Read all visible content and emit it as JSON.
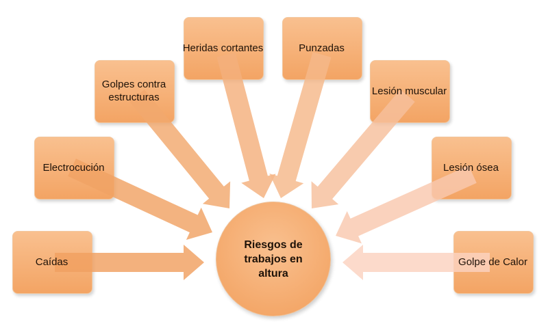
{
  "center": {
    "label": "Riesgos de trabajos en altura",
    "color": "#f5aa6c"
  },
  "risks": [
    {
      "label": "Caídas",
      "arrow_color": "#f0a060"
    },
    {
      "label": "Electrocución",
      "arrow_color": "#f0a264"
    },
    {
      "label": "Golpes contra estructuras",
      "arrow_color": "#f2a86e"
    },
    {
      "label": "Heridas cortantes",
      "arrow_color": "#f4b07c"
    },
    {
      "label": "Punzadas",
      "arrow_color": "#f5b88a"
    },
    {
      "label": "Lesión muscular",
      "arrow_color": "#f7c09c"
    },
    {
      "label": "Lesión ósea",
      "arrow_color": "#f9c8ae"
    },
    {
      "label": "Golpe de Calor",
      "arrow_color": "#fbd2c0"
    }
  ]
}
